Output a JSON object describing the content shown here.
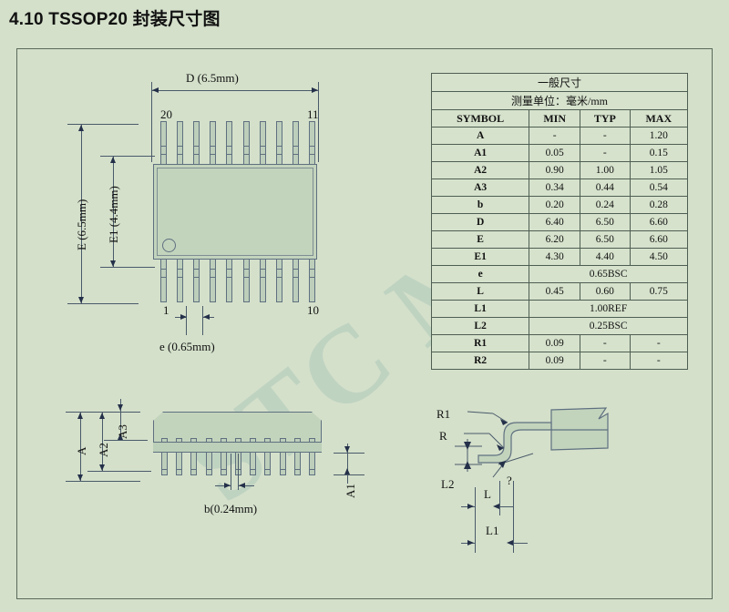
{
  "page": {
    "title": "4.10 TSSOP20 封装尺寸图",
    "watermark": "STC MCU",
    "colors": {
      "background": "#d4e0ca",
      "package_fill": "#c3d4bd",
      "outline": "#5f7080",
      "dimension_line": "#4a5a6a",
      "arrow": "#243049",
      "frame_border": "#5a6a5a",
      "table_border": "#4e5e52",
      "watermark": "#b9cfbe"
    }
  },
  "table": {
    "title": "一般尺寸",
    "units": "测量单位：毫米/mm",
    "columns": [
      "SYMBOL",
      "MIN",
      "TYP",
      "MAX"
    ],
    "rows": [
      {
        "symbol": "A",
        "min": "-",
        "typ": "-",
        "max": "1.20",
        "span": false
      },
      {
        "symbol": "A1",
        "min": "0.05",
        "typ": "-",
        "max": "0.15",
        "span": false
      },
      {
        "symbol": "A2",
        "min": "0.90",
        "typ": "1.00",
        "max": "1.05",
        "span": false
      },
      {
        "symbol": "A3",
        "min": "0.34",
        "typ": "0.44",
        "max": "0.54",
        "span": false
      },
      {
        "symbol": "b",
        "min": "0.20",
        "typ": "0.24",
        "max": "0.28",
        "span": false
      },
      {
        "symbol": "D",
        "min": "6.40",
        "typ": "6.50",
        "max": "6.60",
        "span": false
      },
      {
        "symbol": "E",
        "min": "6.20",
        "typ": "6.50",
        "max": "6.60",
        "span": false
      },
      {
        "symbol": "E1",
        "min": "4.30",
        "typ": "4.40",
        "max": "4.50",
        "span": false
      },
      {
        "symbol": "e",
        "value": "0.65BSC",
        "span": true
      },
      {
        "symbol": "L",
        "min": "0.45",
        "typ": "0.60",
        "max": "0.75",
        "span": false
      },
      {
        "symbol": "L1",
        "value": "1.00REF",
        "span": true
      },
      {
        "symbol": "L2",
        "value": "0.25BSC",
        "span": true
      },
      {
        "symbol": "R1",
        "min": "0.09",
        "typ": "-",
        "max": "-",
        "span": false
      },
      {
        "symbol": "R2",
        "min": "0.09",
        "typ": "-",
        "max": "-",
        "span": false
      }
    ]
  },
  "top_view": {
    "dim_D": "D (6.5mm)",
    "dim_E": "E (6.5mm)",
    "dim_E1": "E1 (4.4mm)",
    "dim_e": "e (0.65mm)",
    "pin_top_left": "20",
    "pin_top_right": "11",
    "pin_bottom_left": "1",
    "pin_bottom_right": "10",
    "pin_count_per_side": 10
  },
  "side_view": {
    "dim_A": "A",
    "dim_A1": "A1",
    "dim_A2": "A2",
    "dim_A3": "A3",
    "dim_b": "b(0.24mm)",
    "lead_count": 11
  },
  "lead_detail": {
    "dim_R1": "R1",
    "dim_R": "R",
    "dim_L": "L",
    "dim_L1": "L1",
    "dim_L2": "L2",
    "dim_angle": "?"
  }
}
